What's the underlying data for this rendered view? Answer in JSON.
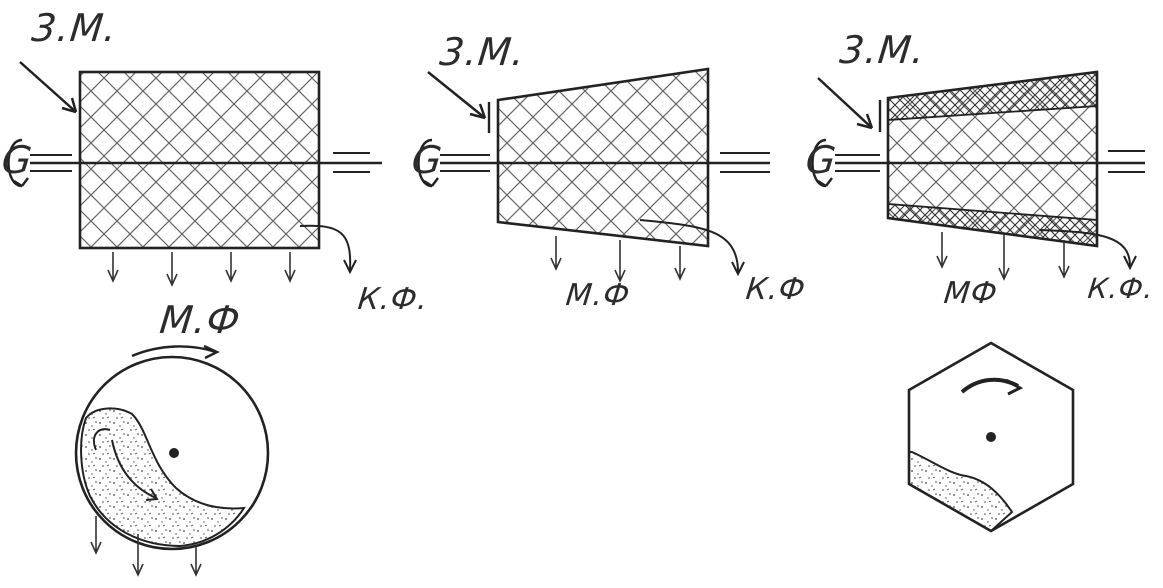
{
  "labels": {
    "zm_1": "3.M.",
    "zm_2": "3.M.",
    "zm_3": "3.M.",
    "mf_1": "М.Ф",
    "kf_1": "К.Ф.",
    "mf_2": "М.Ф",
    "kf_2": "К.Ф",
    "mf_3": "МФ",
    "kf_3": "К.Ф.",
    "g_1": "G",
    "g_2": "G",
    "g_3": "G"
  },
  "colors": {
    "ink": "#2a2a2a",
    "hatch": "#555555",
    "dense_hatch": "#333333",
    "background": "#ffffff"
  },
  "icons": {
    "rotation": "rotation-arrow-icon",
    "flow": "down-arrow-icon"
  }
}
